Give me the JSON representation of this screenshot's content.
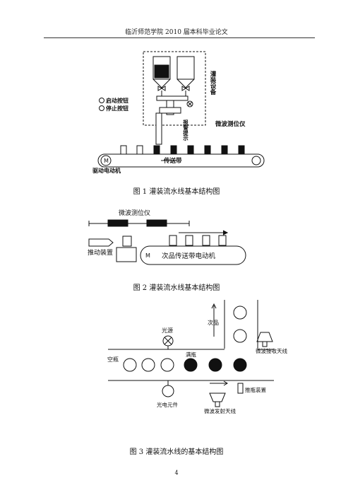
{
  "header": "临沂师范学院 2010 届本科毕业论文",
  "figure1": {
    "caption": "图 1  灌装流水线基本结构图",
    "filling_device": "灌装设备",
    "start_button": "启动按钮",
    "stop_button": "停止按钮",
    "alarm": "报警提示",
    "microwave_sensor": "微波测位仪",
    "conveyor": "传送带",
    "motor_symbol": "M",
    "drive_motor": "驱动电动机"
  },
  "figure2": {
    "caption": "图 2  灌装流水线基本结构图",
    "microwave_sensor": "微波测位仪",
    "pusher": "推动装置",
    "motor_symbol": "M",
    "defect_belt_motor": "次品传送带电动机"
  },
  "figure3": {
    "caption": "图 3  灌装流水线的基本结构图",
    "defective": "次品",
    "light_source": "光源",
    "full_bottle": "满瓶",
    "empty_bottle": "空瓶",
    "microwave_receiver": "微波接收天线",
    "photo_element": "光电元件",
    "bottle_remover": "推瓶装置",
    "microwave_transmitter": "微波发射天线"
  },
  "page_number": "4"
}
